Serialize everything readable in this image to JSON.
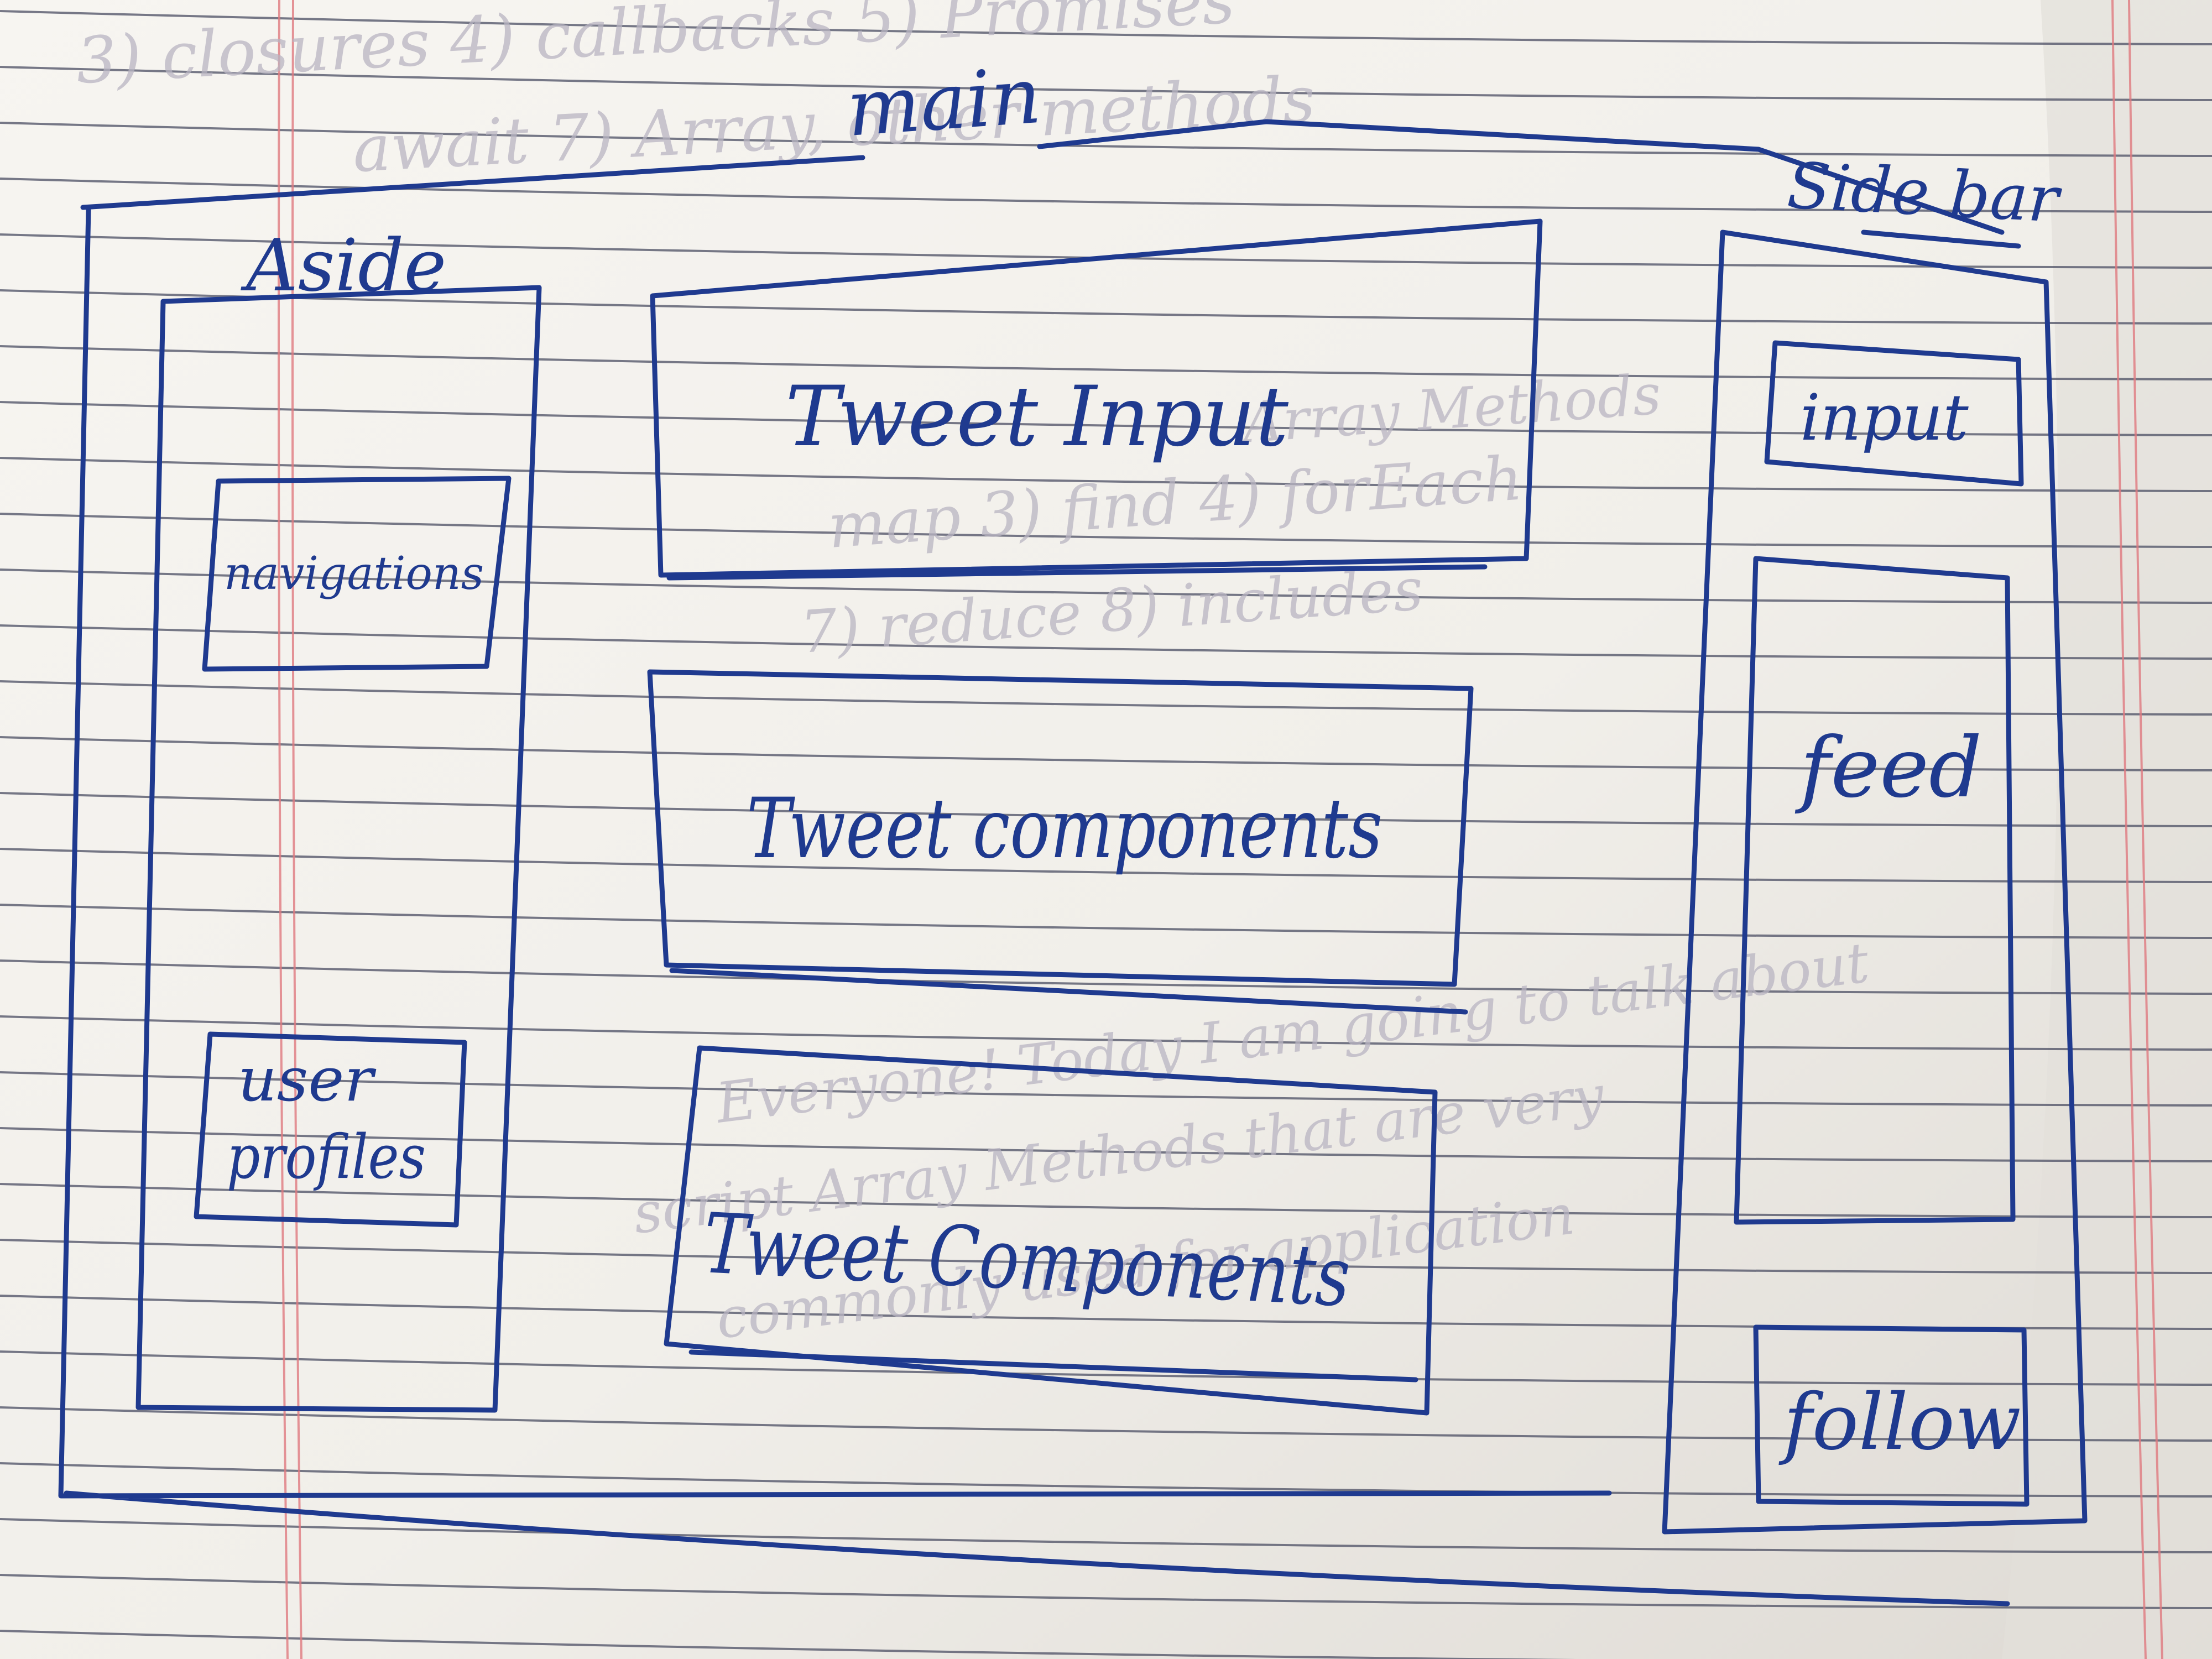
{
  "diagram": {
    "labels": {
      "main": "main",
      "aside": "Aside",
      "navigations": "navigations",
      "user_profiles_line1": "user",
      "user_profiles_line2": "profiles",
      "tweet_input": "Tweet Input",
      "tweet_component_1": "Tweet components",
      "tweet_component_2": "Tweet Components",
      "sidebar": "Side bar",
      "sidebar_input": "input",
      "feed": "feed",
      "follow": "follow"
    },
    "background_text": {
      "top_line_1": "3) closures 4) callbacks 5) Promises",
      "top_line_2": "await 7) Array, other methods",
      "mid_line_1": "Array Methods",
      "mid_line_2": "map 3) find 4) forEach",
      "mid_line_3": "7) reduce 8) includes",
      "low_line_1": "Everyone! Today I am going to talk about",
      "low_line_2": "script Array Methods that are very",
      "low_line_3": "commonly used for application"
    },
    "colors": {
      "ink": "#1f3a8f",
      "paper": "#f4f2ee",
      "rule_line": "#4b4e63",
      "margin_line": "#e07a80",
      "faded_ink": "#b9b4c2"
    }
  }
}
